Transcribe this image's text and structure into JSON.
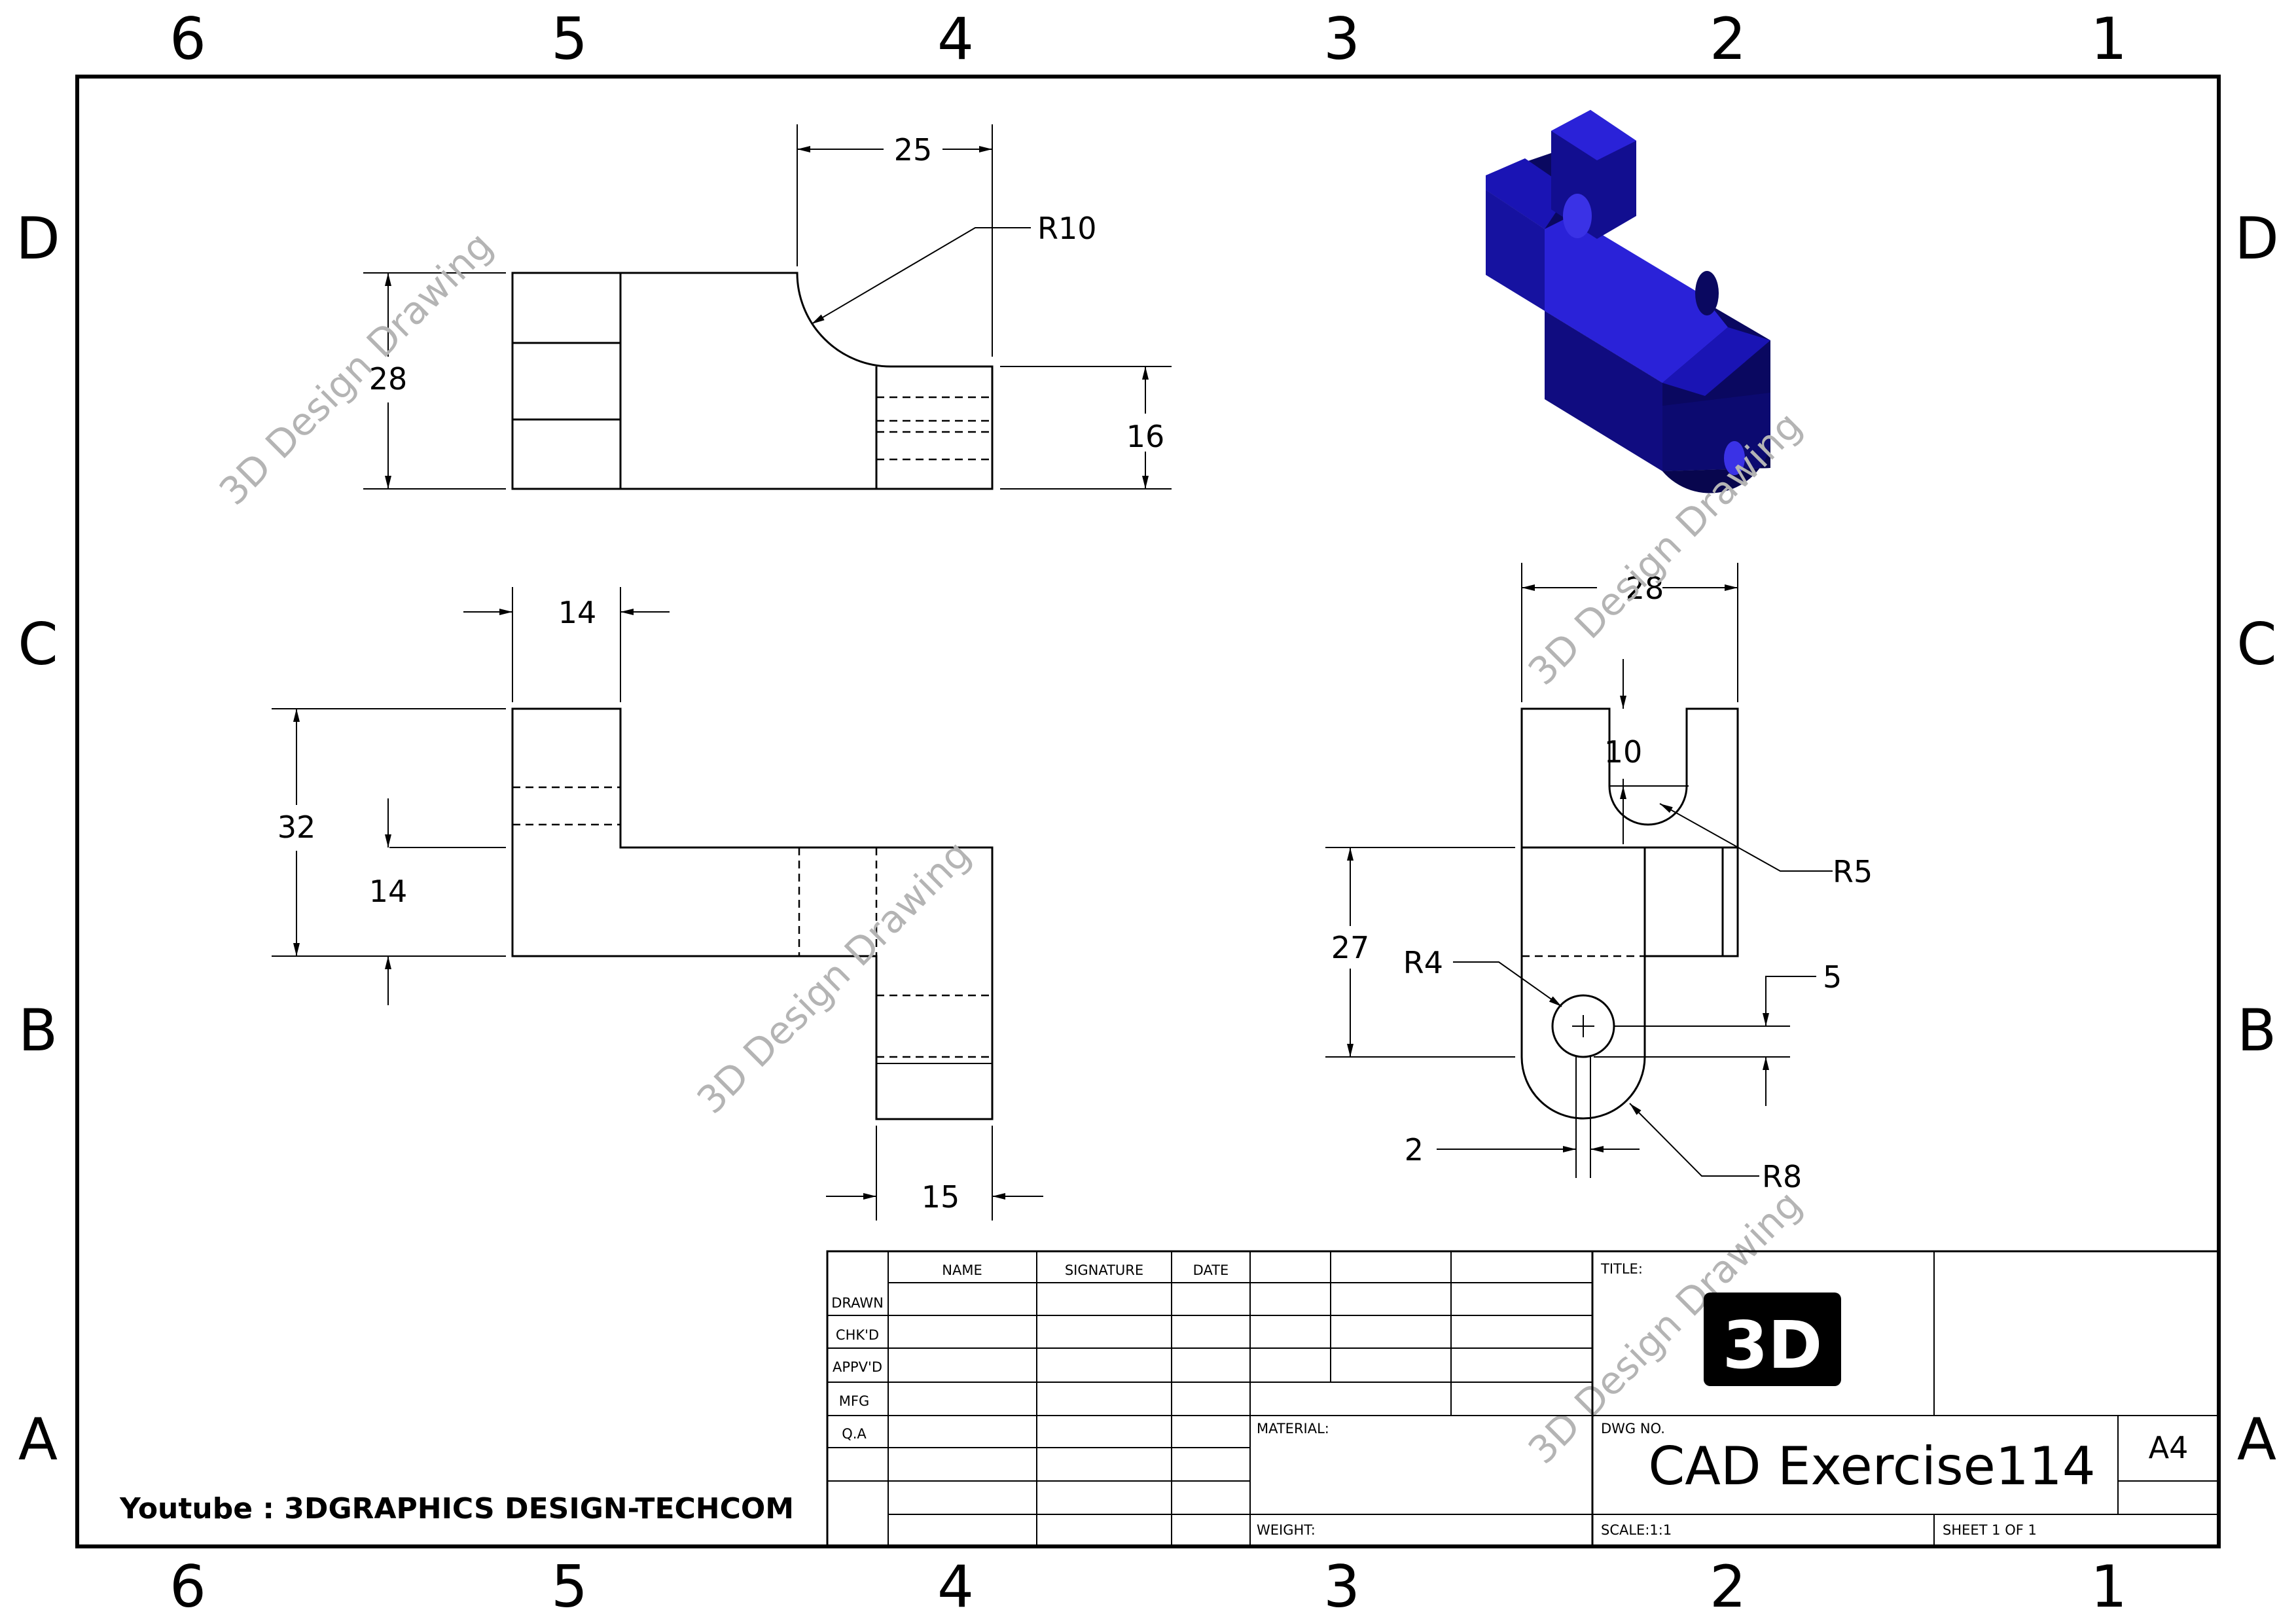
{
  "zones": {
    "columns": [
      "6",
      "5",
      "4",
      "3",
      "2",
      "1"
    ],
    "rows": [
      "D",
      "C",
      "B",
      "A"
    ]
  },
  "dimensions": {
    "top_view": {
      "width_25": "25",
      "radius_10": "R10",
      "height_28": "28",
      "height_16": "16"
    },
    "front_view": {
      "width_14": "14",
      "height_32": "32",
      "height_14": "14",
      "width_15": "15"
    },
    "side_view": {
      "width_28": "28",
      "slot_10": "10",
      "radius_5": "R5",
      "height_27": "27",
      "radius_4": "R4",
      "offset_5": "5",
      "offset_2": "2",
      "radius_8": "R8"
    }
  },
  "watermark": "3D Design Drawing",
  "credit": "Youtube : 3DGRAPHICS DESIGN-TECHCOM",
  "title_block": {
    "headers": {
      "name": "NAME",
      "signature": "SIGNATURE",
      "date": "DATE"
    },
    "rows": [
      "DRAWN",
      "CHK'D",
      "APPV'D",
      "MFG",
      "Q.A"
    ],
    "title_label": "TITLE:",
    "logo": "3D",
    "material_label": "MATERIAL:",
    "weight_label": "WEIGHT:",
    "dwg_no_label": "DWG NO.",
    "dwg_no": "CAD Exercise114",
    "size": "A4",
    "scale": "SCALE:1:1",
    "sheet": "SHEET 1 OF 1"
  },
  "colors": {
    "model_face": "#1a14b4",
    "model_dark": "#0a0860",
    "model_light": "#3a32e6",
    "watermark": "#b4b4b4"
  }
}
